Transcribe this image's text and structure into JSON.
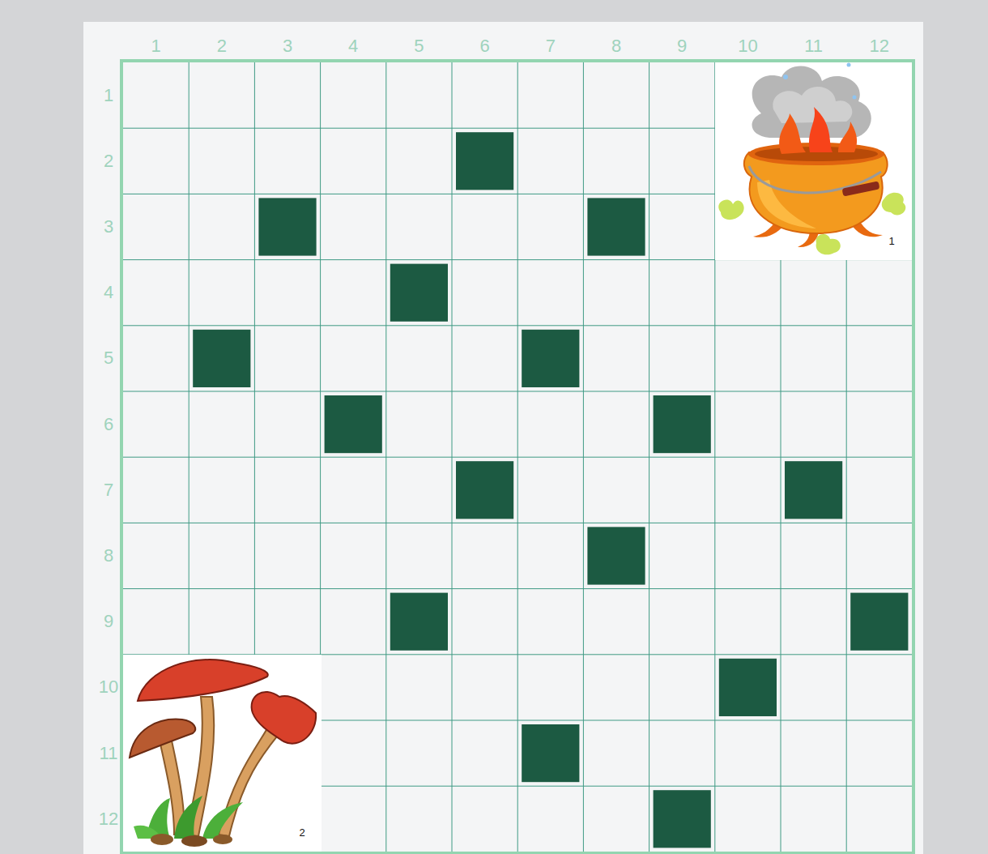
{
  "diagram": {
    "labels": [
      "1",
      "2",
      "3",
      "4",
      "5",
      "6",
      "7",
      "8",
      "9",
      "10",
      "11",
      "12",
      "1",
      "2",
      "3",
      "4",
      "5",
      "6",
      "7",
      "8",
      "9",
      "10",
      "11",
      "12",
      "1",
      "2"
    ]
  }
}
